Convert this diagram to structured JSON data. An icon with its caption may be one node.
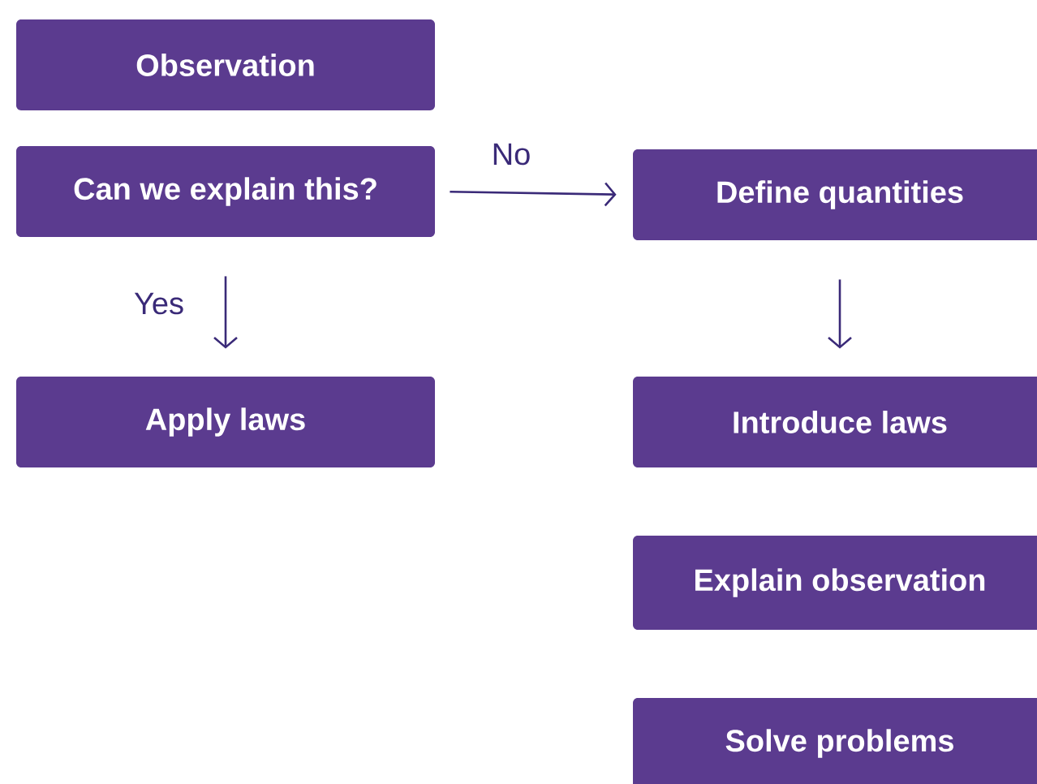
{
  "diagram": {
    "nodes": [
      {
        "text": [
          "Observation"
        ]
      },
      {
        "text": [
          "Can we explain this?"
        ]
      },
      {
        "text": [
          "Apply laws"
        ]
      },
      {
        "text": [
          "Define quantities"
        ]
      },
      {
        "text": [
          "Introduce laws"
        ]
      },
      {
        "text": [
          "Explain observation"
        ]
      },
      {
        "text": [
          "Solve problems"
        ]
      }
    ],
    "edges": [
      {
        "from": 1,
        "to": 3,
        "arrow": "to",
        "label": "No"
      },
      {
        "from": 1,
        "to": 2,
        "arrow": "to",
        "label": "Yes"
      },
      {
        "from": 3,
        "to": 4,
        "arrow": "to"
      }
    ]
  }
}
